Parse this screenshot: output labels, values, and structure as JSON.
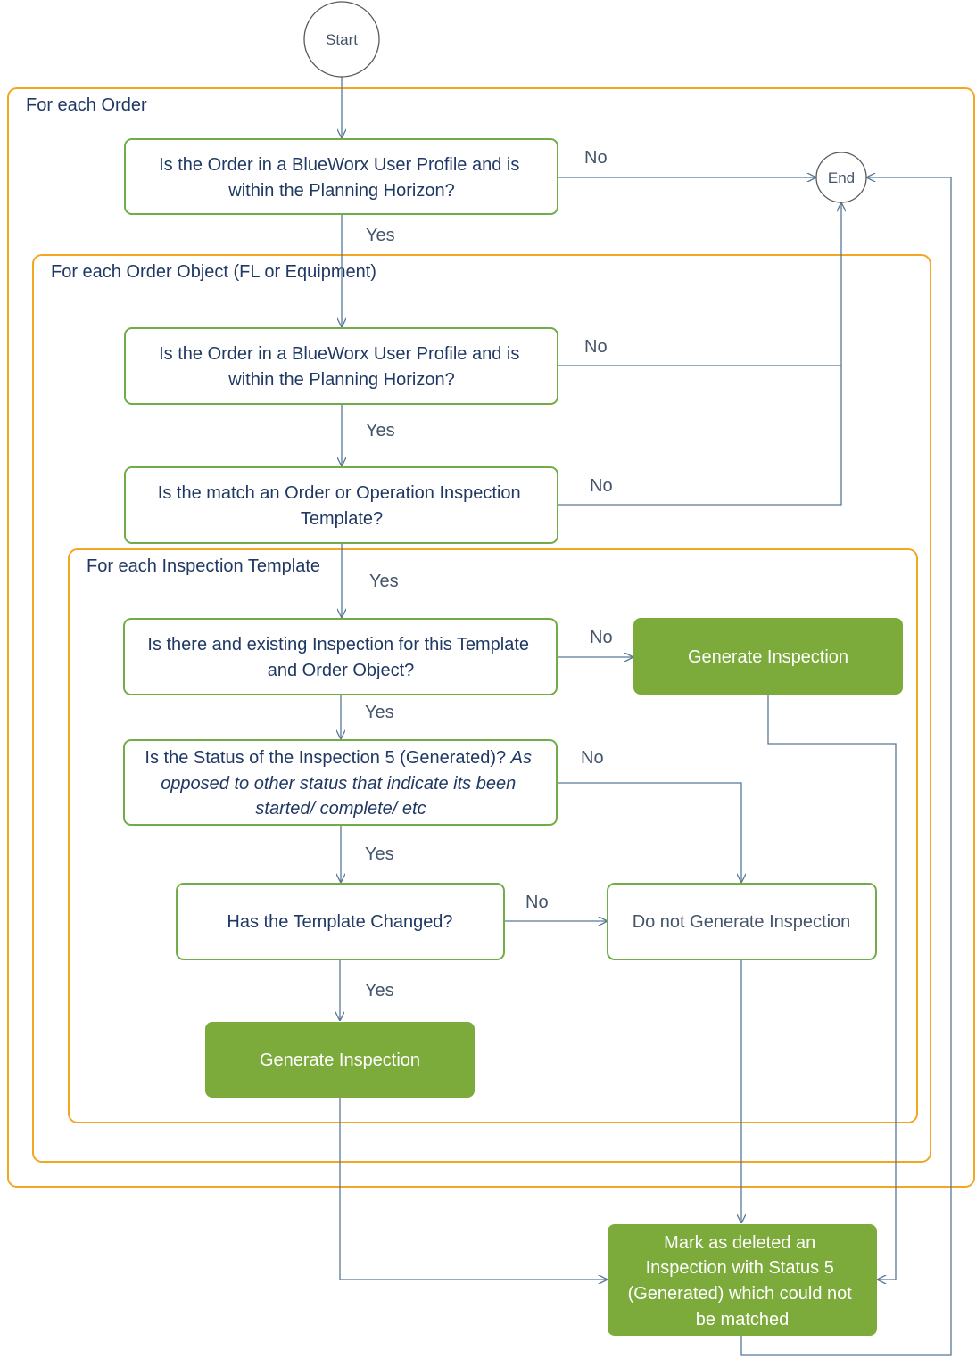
{
  "colors": {
    "container_border": "#f4a623",
    "decision_border": "#70ad47",
    "action_fill": "#7cab3c",
    "text": "#1f3864",
    "connector": "#5b7896"
  },
  "containers": {
    "order": "For each Order",
    "order_object": "For each Order Object (FL or Equipment)",
    "template": "For each Inspection Template"
  },
  "terminals": {
    "start": "Start",
    "end": "End"
  },
  "nodes": {
    "d1": [
      "Is the Order in a BlueWorx User Profile and is",
      "within the Planning Horizon?"
    ],
    "d2": [
      "Is the Order in a BlueWorx User Profile and is",
      "within the Planning Horizon?"
    ],
    "d3": [
      "Is the match an Order or Operation Inspection",
      "Template?"
    ],
    "d4": [
      "Is there and existing Inspection for this Template",
      "and Order Object?"
    ],
    "d5": [
      "Is the Status of the Inspection 5 (Generated)? ",
      "As",
      "opposed to other status that indicate its been",
      "started/ complete/ etc"
    ],
    "d6": "Has the Template Changed?",
    "a_generate_right": "Generate Inspection",
    "a_do_not_generate": "Do not Generate Inspection",
    "a_generate_bottom": "Generate Inspection",
    "a_mark_deleted": [
      "Mark as deleted an",
      "Inspection with Status 5",
      "(Generated) which could not",
      "be matched"
    ]
  },
  "edge_labels": {
    "d1_no": "No",
    "d1_yes": "Yes",
    "d2_no": "No",
    "d2_yes": "Yes",
    "d3_no": "No",
    "d3_yes": "Yes",
    "d4_no": "No",
    "d4_yes": "Yes",
    "d5_no": "No",
    "d5_yes": "Yes",
    "d6_no": "No",
    "d6_yes": "Yes"
  }
}
